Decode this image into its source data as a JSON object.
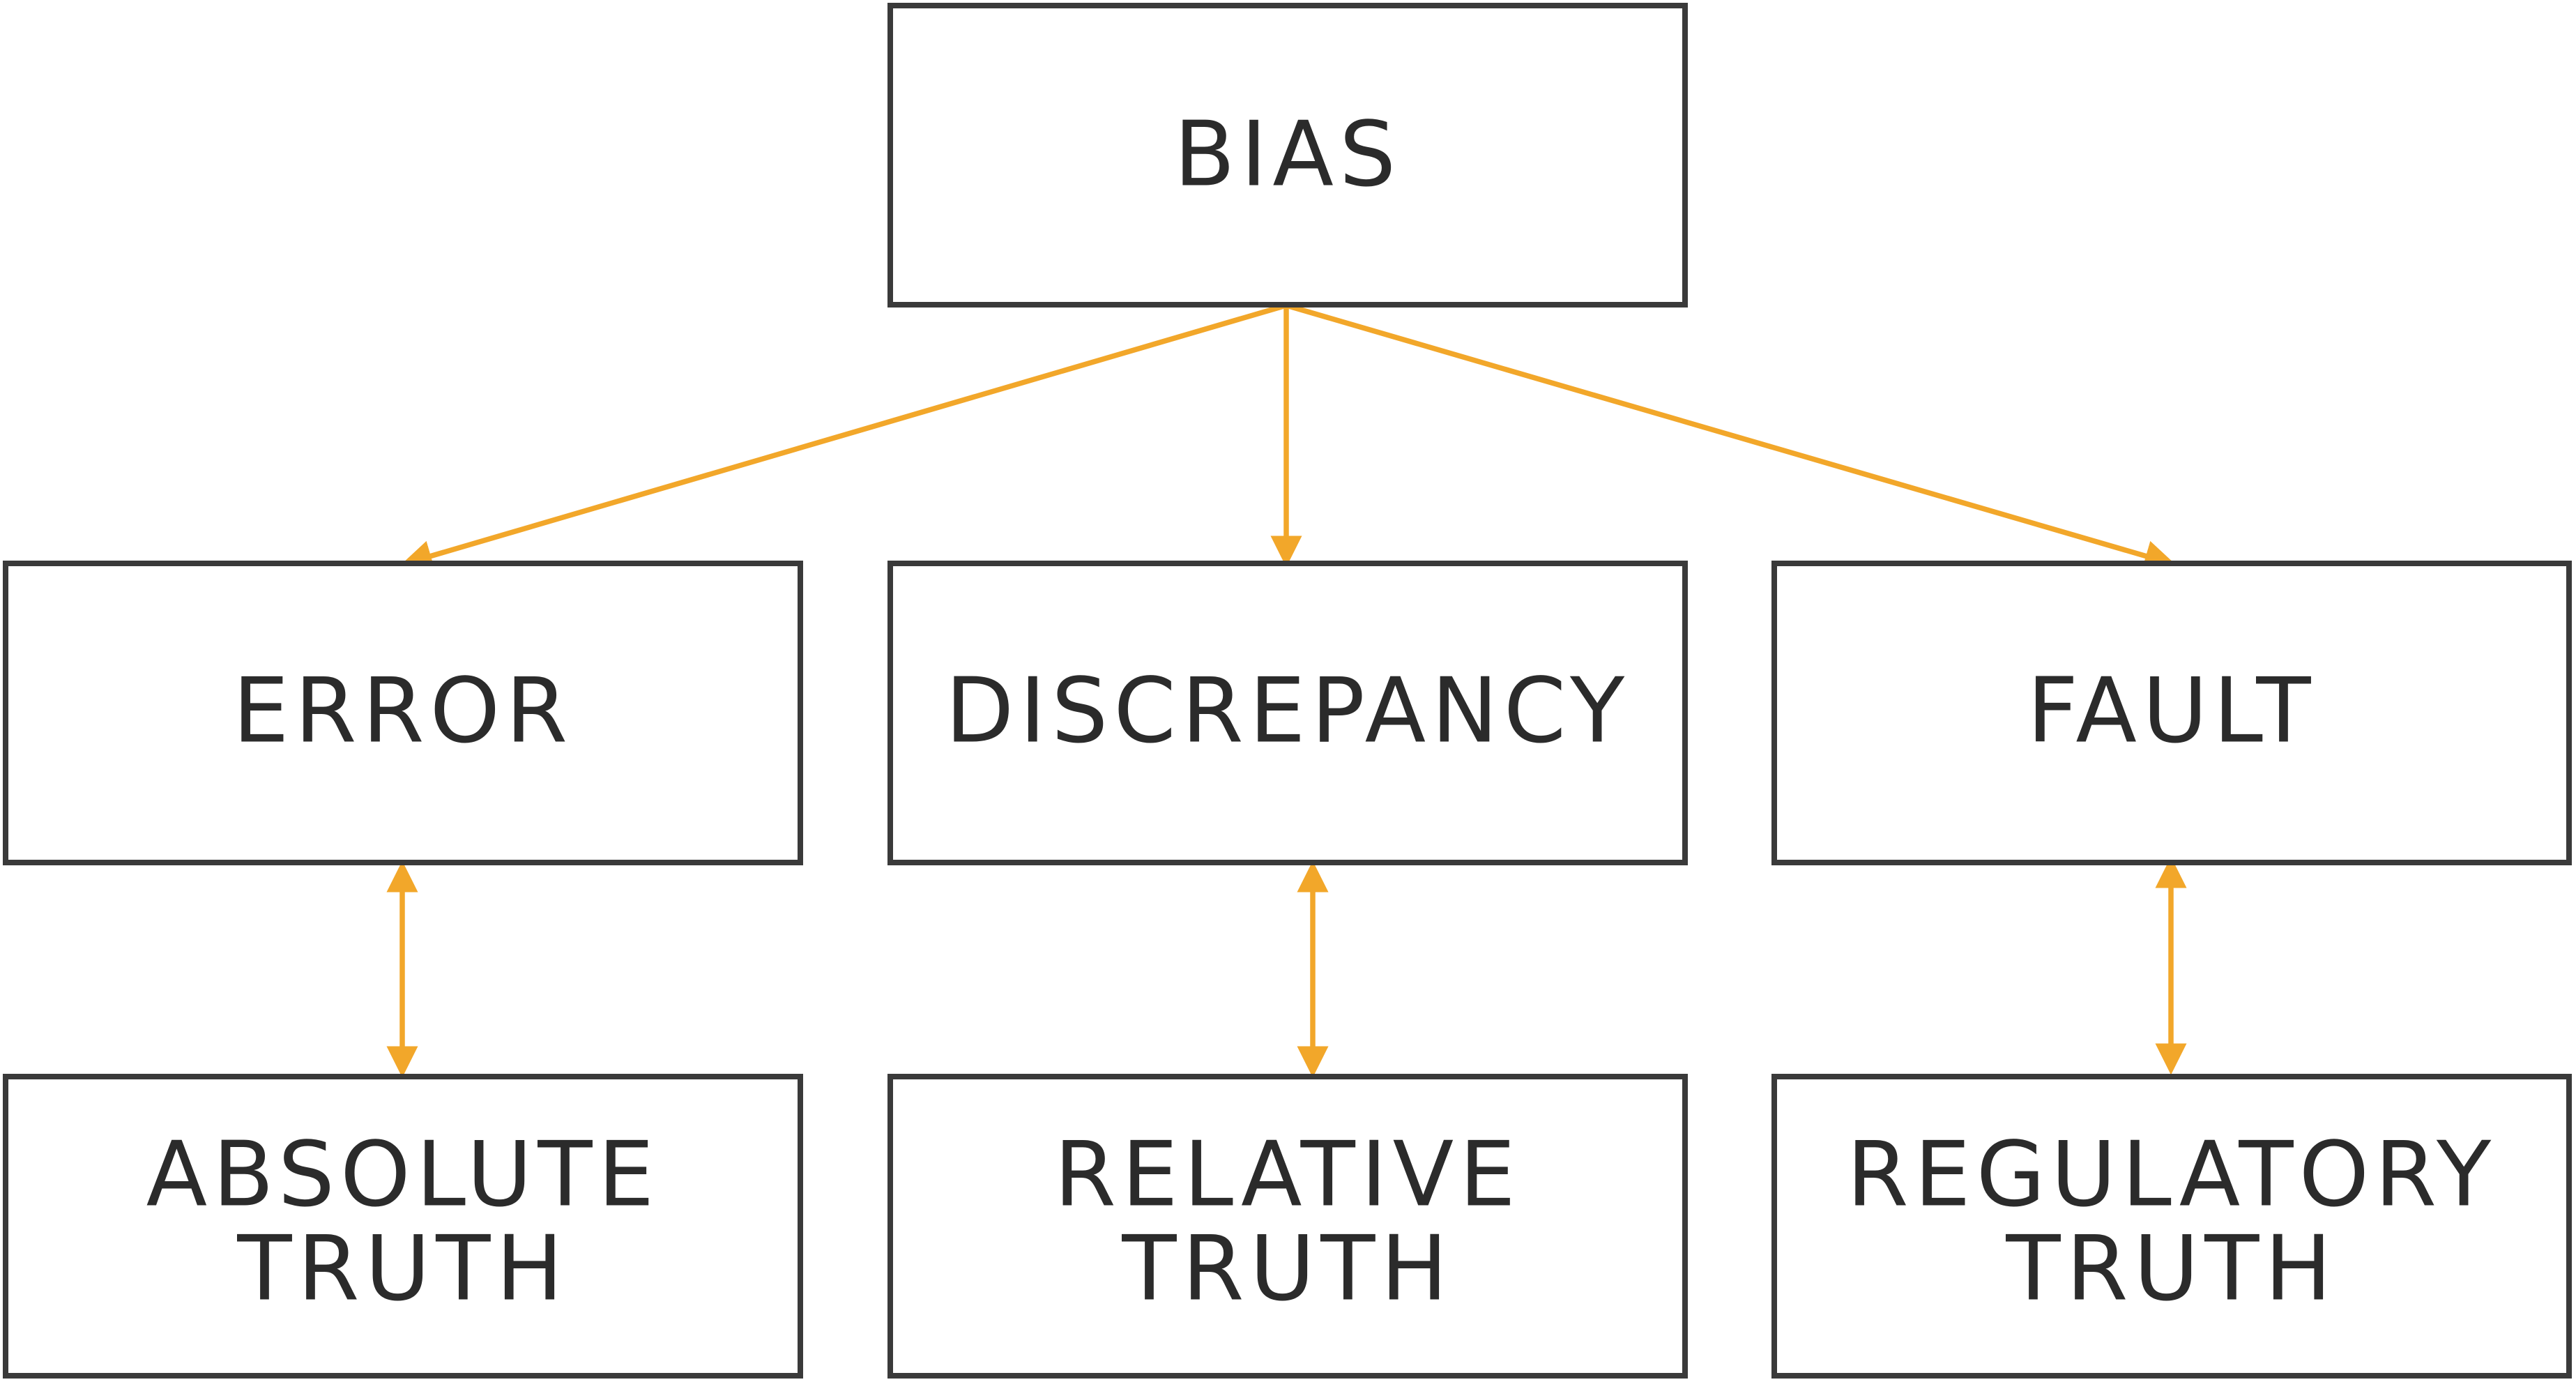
{
  "diagram": {
    "colors": {
      "box_border": "#3a3a3a",
      "text": "#2b2b2b",
      "arrow": "#f2a72a",
      "background": "#ffffff"
    },
    "nodes": {
      "bias": {
        "lines": [
          "BIAS"
        ]
      },
      "error": {
        "lines": [
          "ERROR"
        ]
      },
      "discrepancy": {
        "lines": [
          "DISCREPANCY"
        ]
      },
      "fault": {
        "lines": [
          "FAULT"
        ]
      },
      "absolute_truth": {
        "lines": [
          "ABSOLUTE",
          "TRUTH"
        ]
      },
      "relative_truth": {
        "lines": [
          "RELATIVE",
          "TRUTH"
        ]
      },
      "regulatory_truth": {
        "lines": [
          "REGULATORY",
          "TRUTH"
        ]
      }
    },
    "edges": [
      {
        "from": "bias",
        "to": "error",
        "type": "directed"
      },
      {
        "from": "bias",
        "to": "discrepancy",
        "type": "directed"
      },
      {
        "from": "bias",
        "to": "fault",
        "type": "directed"
      },
      {
        "from": "error",
        "to": "absolute_truth",
        "type": "bidirectional"
      },
      {
        "from": "discrepancy",
        "to": "relative_truth",
        "type": "bidirectional"
      },
      {
        "from": "fault",
        "to": "regulatory_truth",
        "type": "bidirectional"
      }
    ]
  }
}
